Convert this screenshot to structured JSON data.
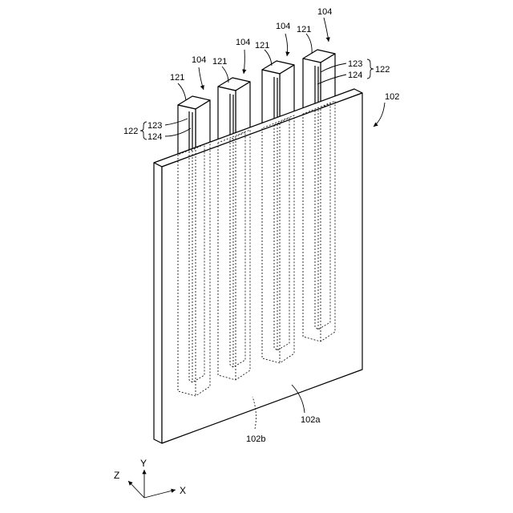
{
  "labels": {
    "l104": "104",
    "l121": "121",
    "l102": "102",
    "l102a": "102a",
    "l102b": "102b",
    "l122": "122",
    "l123": "123",
    "l124": "124"
  },
  "axes": {
    "x": "X",
    "y": "Y",
    "z": "Z"
  }
}
